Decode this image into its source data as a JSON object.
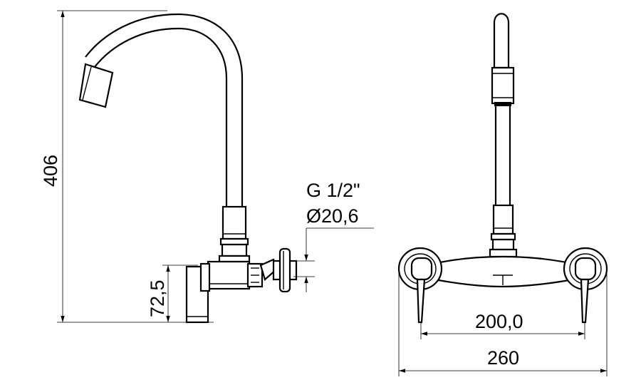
{
  "drawing": {
    "side_view": {
      "height_label": "406",
      "base_height_label": "72,5",
      "thread_label": "G 1/2\"",
      "diameter_label": "Ø20,6"
    },
    "front_view": {
      "inner_width_label": "200,0",
      "outer_width_label": "260"
    }
  }
}
